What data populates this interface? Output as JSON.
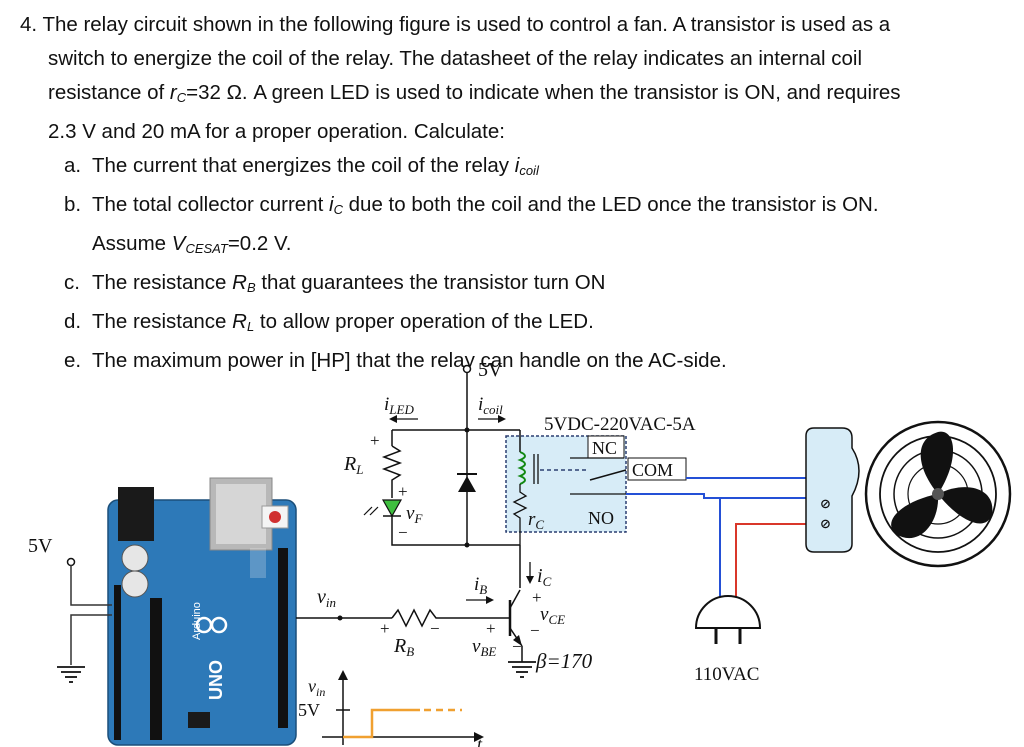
{
  "question": {
    "number": "4.",
    "intro_1": "The relay circuit shown in the following figure is used to control a fan. A transistor is used as a",
    "intro_2": "switch to energize the coil of the relay.  The datasheet of the relay indicates an internal coil",
    "intro_3a": "resistance of ",
    "intro_3var": "r",
    "intro_3sub": "C",
    "intro_3b": "=32 Ω. A green LED is used to indicate when the transistor is ON, and requires",
    "intro_4": "2.3 V and 20 mA for a proper operation. Calculate:",
    "parts": {
      "a": {
        "label": "a.",
        "text": "The current that energizes the coil of the relay ",
        "var": "i",
        "sub": "coil"
      },
      "b": {
        "label": "b.",
        "text1": "The total collector current ",
        "var": "i",
        "sub": "C",
        "text2": " due to both the coil and the LED once the transistor is ON.",
        "text3": "Assume ",
        "var2": "V",
        "sub2": "CESAT",
        "text4": "=0.2 V."
      },
      "c": {
        "label": "c.",
        "text1": "The resistance ",
        "var": "R",
        "sub": "B",
        "text2": " that guarantees the transistor turn ON"
      },
      "d": {
        "label": "d.",
        "text1": "The resistance ",
        "var": "R",
        "sub": "L",
        "text2": " to allow proper operation of the LED."
      },
      "e": {
        "label": "e.",
        "text": "The maximum power in [HP] that the relay can handle on the AC-side."
      }
    }
  },
  "figure": {
    "supply_top": "5V",
    "supply_left": "5V",
    "i_led": "i",
    "i_led_sub": "LED",
    "i_coil": "i",
    "i_coil_sub": "coil",
    "relay_rating": "5VDC-220VAC-5A",
    "nc": "NC",
    "no": "NO",
    "com": "COM",
    "rl": "R",
    "rl_sub": "L",
    "vf": "v",
    "vf_sub": "F",
    "rc": "r",
    "rc_sub": "C",
    "ic": "i",
    "ic_sub": "C",
    "ib": "i",
    "ib_sub": "B",
    "vce": "v",
    "vce_sub": "CE",
    "vbe": "v",
    "vbe_sub": "BE",
    "beta": "β=170",
    "rb": "R",
    "rb_sub": "B",
    "vin": "v",
    "vin_sub": "in",
    "vin_axis": "v",
    "vin_axis_sub": "in",
    "vin_5v": "5V",
    "t_axis": "t",
    "ac": "110VAC",
    "plus": "+",
    "minus": "−",
    "board_uno": "UNO",
    "board_arduino": "Arduino",
    "colors": {
      "relay_fill": "#d7ecf7",
      "blue_wire": "#2450d6",
      "red_wire": "#d9372a",
      "pulse": "#f0a030",
      "board": "#2d79b8"
    }
  }
}
